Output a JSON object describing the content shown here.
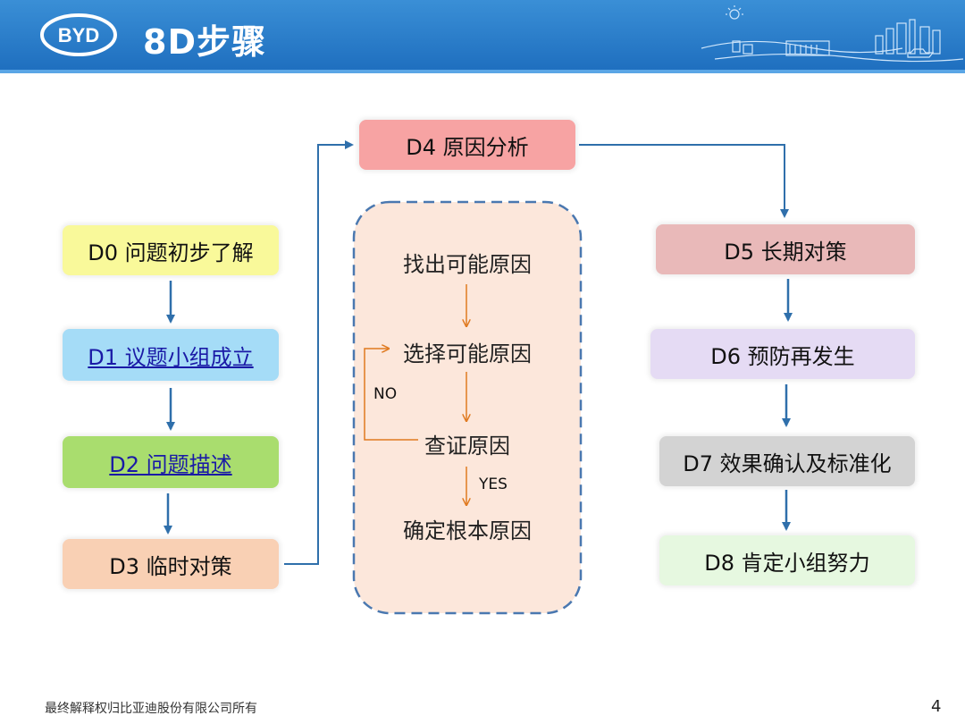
{
  "header": {
    "logo_text": "BYD",
    "title": "8D步骤"
  },
  "steps": {
    "d0": "D0 问题初步了解",
    "d1": "D1 议题小组成立",
    "d2": "D2 问题描述",
    "d3": "D3 临时对策",
    "d4": "D4 原因分析",
    "d5": "D5 长期对策",
    "d6": "D6 预防再发生",
    "d7": "D7 效果确认及标准化",
    "d8": "D8 肯定小组努力"
  },
  "analysis": {
    "step1": "找出可能原因",
    "step2": "选择可能原因",
    "step3": "查证原因",
    "step4": "确定根本原因",
    "no_label": "NO",
    "yes_label": "YES"
  },
  "footer": {
    "copyright": "最终解释权归比亚迪股份有限公司所有",
    "page_number": "4"
  },
  "colors": {
    "header_blue": "#2a7fcf",
    "arrow_blue": "#2f6fab",
    "arrow_orange": "#e07a20",
    "d0": "#f9f99a",
    "d1": "#a5dcf7",
    "d2": "#a9dd6e",
    "d3": "#f9d0b4",
    "d4": "#f7a3a3",
    "d5": "#e9b9b9",
    "d6": "#e5dbf4",
    "d7": "#d3d3d3",
    "d8": "#e6f8e0",
    "analysis_bg": "#fce7db"
  }
}
